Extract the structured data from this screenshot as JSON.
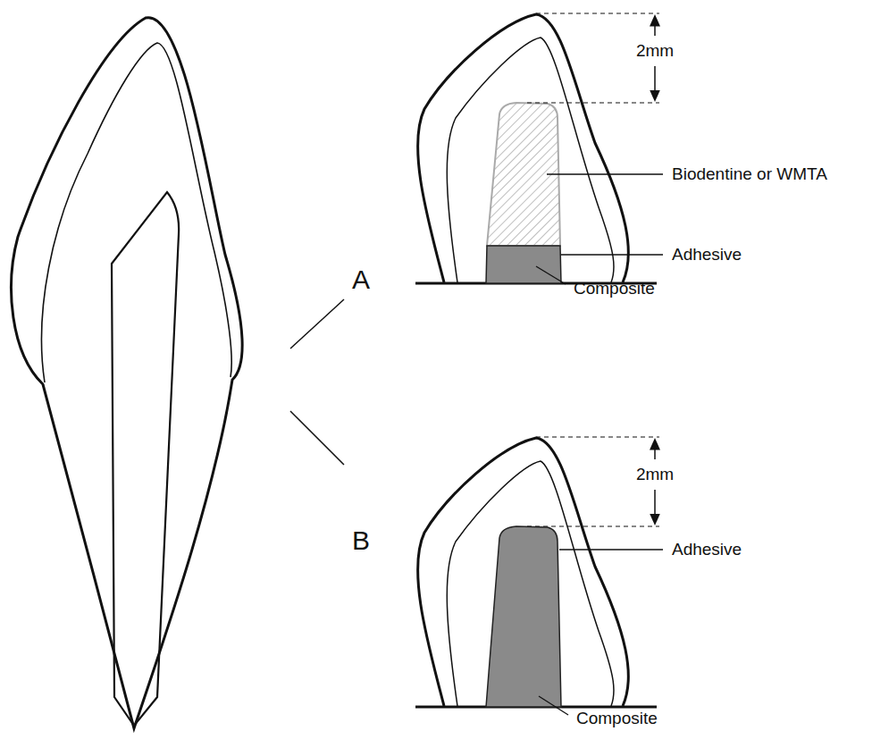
{
  "diagram": {
    "labels": [
      "2mm",
      "Biodentine or WMTA",
      "Adhesive",
      "A",
      "Composite",
      "2mm",
      "Adhesive",
      "B",
      "Composite"
    ]
  }
}
